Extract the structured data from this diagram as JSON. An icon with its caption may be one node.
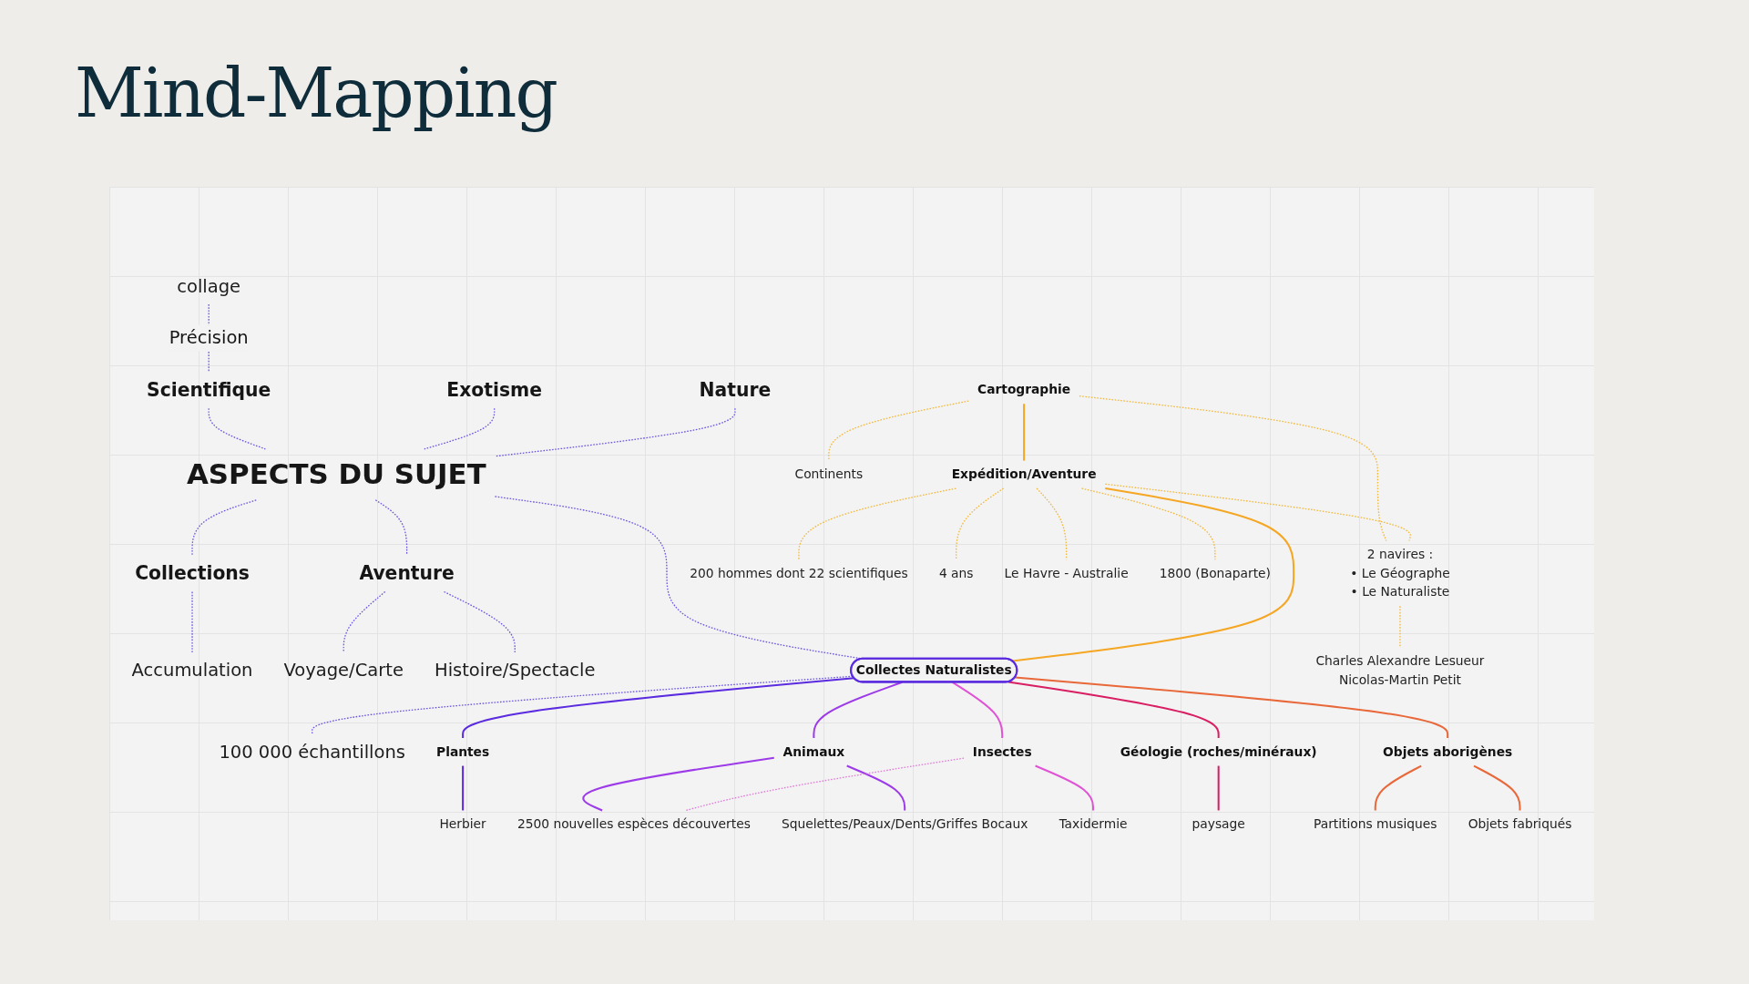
{
  "diagram": {
    "title": "Mind-Mapping",
    "nodes": [
      {
        "text": [
          "ASPECTS DU SUJET"
        ]
      },
      {
        "text": [
          "Scientifique"
        ]
      },
      {
        "text": [
          "collage"
        ]
      },
      {
        "text": [
          "Exotisme"
        ]
      },
      {
        "text": [
          "Nature"
        ]
      },
      {
        "text": [
          "Collections"
        ]
      },
      {
        "text": [
          "Accumulation"
        ]
      },
      {
        "text": [
          "Aventure"
        ]
      },
      {
        "text": [
          "Voyage/Carte"
        ]
      },
      {
        "text": [
          "Histoire/Spectacle"
        ]
      },
      {
        "text": [
          "Collectes Naturalistes"
        ]
      },
      {
        "text": [
          "100 000 échantillons"
        ]
      },
      {
        "text": [
          "Cartographie"
        ]
      },
      {
        "text": [
          "Continents"
        ]
      },
      {
        "text": [
          "Expédition/Aventure"
        ]
      },
      {
        "text": [
          "2 navires :",
          "• Le Géographe",
          "• Le Naturaliste"
        ]
      },
      {
        "text": [
          "Charles Alexandre Lesueur",
          "Nicolas-Martin Petit"
        ]
      },
      {
        "text": [
          "200 hommes dont 22 scientifiques"
        ]
      },
      {
        "text": [
          "4 ans"
        ]
      },
      {
        "text": [
          "Le Havre - Australie"
        ]
      },
      {
        "text": [
          "1800 (Bonaparte)"
        ]
      },
      {
        "text": [
          "Plantes"
        ]
      },
      {
        "text": [
          "Herbier"
        ]
      },
      {
        "text": [
          "Animaux"
        ]
      },
      {
        "text": [
          "2500 nouvelles espèces découvertes"
        ]
      },
      {
        "text": [
          "Squelettes/Peaux/Dents/Griffes Bocaux"
        ]
      },
      {
        "text": [
          "Insectes"
        ]
      },
      {
        "text": [
          "Taxidermie"
        ]
      },
      {
        "text": [
          "Géologie (roches/minéraux)"
        ]
      },
      {
        "text": [
          "paysage"
        ]
      },
      {
        "text": [
          "Objets aborigènes"
        ]
      },
      {
        "text": [
          "Partitions musiques"
        ]
      },
      {
        "text": [
          "Objets fabriqués"
        ]
      }
    ],
    "edges": [
      {
        "from": 1,
        "to": 0,
        "arrow": "none",
        "style": "dashed"
      },
      {
        "from": 2,
        "to": 1,
        "arrow": "none",
        "style": "dashed",
        "label": "Précision"
      },
      {
        "from": 3,
        "to": 0,
        "arrow": "none",
        "style": "dashed"
      },
      {
        "from": 4,
        "to": 0,
        "arrow": "none",
        "style": "dashed"
      },
      {
        "from": 0,
        "to": 5,
        "arrow": "none",
        "style": "dashed"
      },
      {
        "from": 5,
        "to": 6,
        "arrow": "none",
        "style": "dashed"
      },
      {
        "from": 0,
        "to": 7,
        "arrow": "none",
        "style": "dashed"
      },
      {
        "from": 7,
        "to": 8,
        "arrow": "none",
        "style": "dashed"
      },
      {
        "from": 7,
        "to": 9,
        "arrow": "none",
        "style": "dashed"
      },
      {
        "from": 0,
        "to": 10,
        "arrow": "none",
        "style": "dashed"
      },
      {
        "from": 10,
        "to": 11,
        "arrow": "none",
        "style": "dashed"
      },
      {
        "from": 12,
        "to": 13,
        "arrow": "none",
        "style": "dashed",
        "color": "#f2b93b"
      },
      {
        "from": 12,
        "to": 15,
        "arrow": "none",
        "style": "dashed",
        "color": "#f2b93b"
      },
      {
        "from": 12,
        "to": 14,
        "arrow": "none",
        "color": "#f5a623"
      },
      {
        "from": 14,
        "to": 15,
        "arrow": "none",
        "style": "dashed",
        "color": "#f2b93b"
      },
      {
        "from": 15,
        "to": 16,
        "arrow": "none",
        "style": "dashed",
        "color": "#f2b93b"
      },
      {
        "from": 14,
        "to": 17,
        "arrow": "none",
        "style": "dashed",
        "color": "#f2b93b"
      },
      {
        "from": 14,
        "to": 18,
        "arrow": "none",
        "style": "dashed",
        "color": "#f2b93b"
      },
      {
        "from": 14,
        "to": 19,
        "arrow": "none",
        "style": "dashed",
        "color": "#f2b93b"
      },
      {
        "from": 14,
        "to": 20,
        "arrow": "none",
        "style": "dashed",
        "color": "#f2b93b"
      },
      {
        "from": 14,
        "to": 10,
        "arrow": "none",
        "color": "#f5a623"
      },
      {
        "from": 10,
        "to": 21,
        "arrow": "none",
        "color": "#5b2be0"
      },
      {
        "from": 10,
        "to": 23,
        "arrow": "none",
        "color": "#9d3be8"
      },
      {
        "from": 10,
        "to": 26,
        "arrow": "none",
        "color": "#e052d6"
      },
      {
        "from": 10,
        "to": 28,
        "arrow": "none",
        "color": "#d81f63"
      },
      {
        "from": 10,
        "to": 30,
        "arrow": "none",
        "color": "#e8683a"
      },
      {
        "from": 21,
        "to": 22,
        "arrow": "none",
        "color": "#5b2be0"
      },
      {
        "from": 23,
        "to": 24,
        "arrow": "none",
        "color": "#9d3be8"
      },
      {
        "from": 23,
        "to": 25,
        "arrow": "none",
        "color": "#9d3be8"
      },
      {
        "from": 26,
        "to": 27,
        "arrow": "none",
        "color": "#e052d6"
      },
      {
        "from": 26,
        "to": 24,
        "arrow": "none",
        "style": "dashed",
        "color": "#e07ad8"
      },
      {
        "from": 28,
        "to": 29,
        "arrow": "none",
        "color": "#d81f63"
      },
      {
        "from": 30,
        "to": 31,
        "arrow": "none",
        "color": "#e8683a"
      },
      {
        "from": 30,
        "to": 32,
        "arrow": "none",
        "color": "#e8683a"
      }
    ]
  }
}
